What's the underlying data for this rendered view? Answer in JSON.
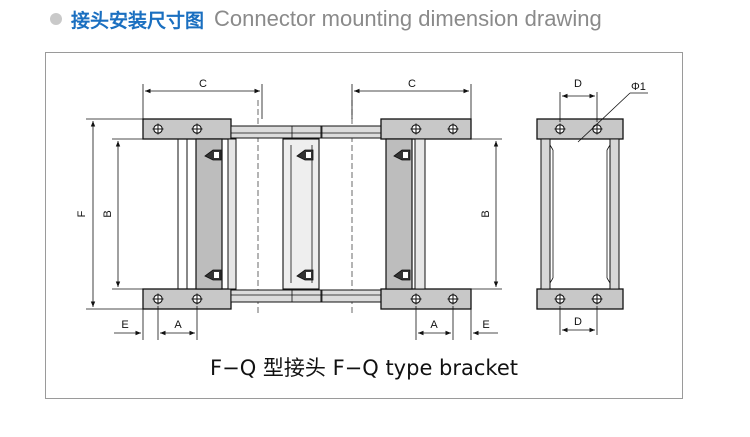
{
  "header": {
    "title_cn": "接头安装尺寸图",
    "title_en": "Connector mounting dimension drawing",
    "bullet_color": "#c9c9c9",
    "title_cn_color": "#1a6fc0",
    "title_en_color": "#8a8a8a"
  },
  "dimensions": {
    "c_left": "C",
    "c_right": "C",
    "f": "F",
    "b_left": "B",
    "b_right": "B",
    "a_left": "A",
    "a_right": "A",
    "e_left": "E",
    "e_right": "E",
    "d_top": "D",
    "d_bottom": "D",
    "phi": "Φ1"
  },
  "caption": "F−Q 型接头   F−Q type bracket"
}
